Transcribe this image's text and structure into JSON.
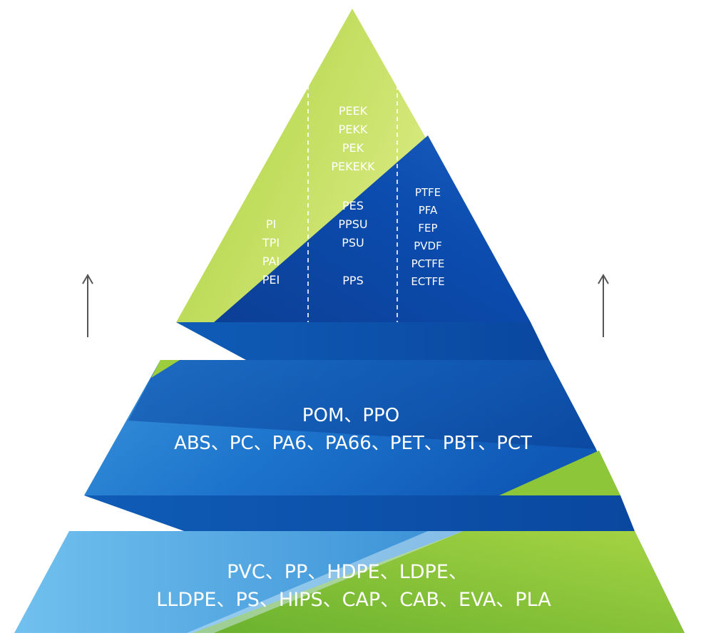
{
  "tiers": {
    "top": {
      "column_left": [
        "PI",
        "TPI",
        "PAI",
        "PEI"
      ],
      "column_center_upper": [
        "PEEK",
        "PEKK",
        "PEK",
        "PEKEKK"
      ],
      "column_center_lower": [
        "PES",
        "PPSU",
        "PSU",
        "PPS"
      ],
      "column_right": [
        "PTFE",
        "PFA",
        "FEP",
        "PVDF",
        "PCTFE",
        "ECTFE"
      ]
    },
    "middle": {
      "line1": "POM、PPO",
      "line2": "ABS、PC、PA6、PA66、PET、PBT、PCT"
    },
    "bottom": {
      "line1": "PVC、PP、HDPE、LDPE、",
      "line2": "LLDPE、PS、HIPS、CAP、CAB、EVA、PLA"
    }
  },
  "colors": {
    "green_light": "#e2ee8f",
    "green": "#9fcf3c",
    "green_dark": "#7cbd2e",
    "blue_dark": "#0b4aa8",
    "blue": "#1565c0",
    "blue_light": "#5fb0e6",
    "arrow": "#555555"
  },
  "icons": [
    "up-arrow-icon-left",
    "up-arrow-icon-right"
  ]
}
